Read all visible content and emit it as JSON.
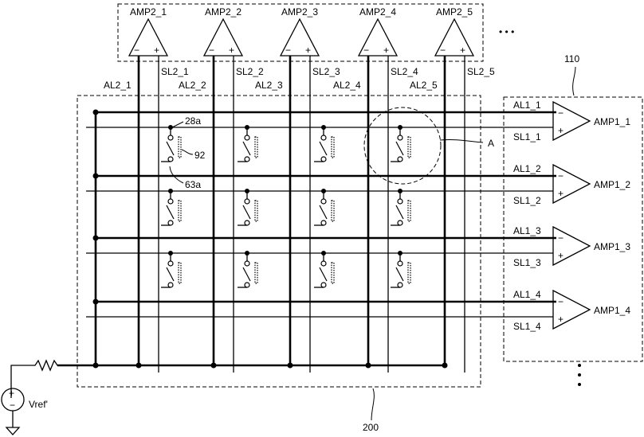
{
  "amp2": {
    "labels": [
      "AMP2_1",
      "AMP2_2",
      "AMP2_3",
      "AMP2_4",
      "AMP2_5"
    ],
    "ellipsis": "• • •"
  },
  "al2": [
    "AL2_1",
    "AL2_2",
    "AL2_3",
    "AL2_4",
    "AL2_5"
  ],
  "sl2": [
    "SL2_1",
    "SL2_2",
    "SL2_3",
    "SL2_4",
    "SL2_5"
  ],
  "amp1": {
    "labels": [
      "AMP1_1",
      "AMP1_2",
      "AMP1_3",
      "AMP1_4"
    ],
    "ellipsis": "•\n•\n•"
  },
  "al1": [
    "AL1_1",
    "AL1_2",
    "AL1_3",
    "AL1_4"
  ],
  "sl1": [
    "SL1_1",
    "SL1_2",
    "SL1_3",
    "SL1_4"
  ],
  "polarity": {
    "minus": "−",
    "plus": "+"
  },
  "refs": {
    "block_110": "110",
    "block_200": "200",
    "label_28a": "28a",
    "label_92": "92",
    "label_63a": "63a",
    "detail_a": "A"
  },
  "source": {
    "label": "Vref'"
  }
}
